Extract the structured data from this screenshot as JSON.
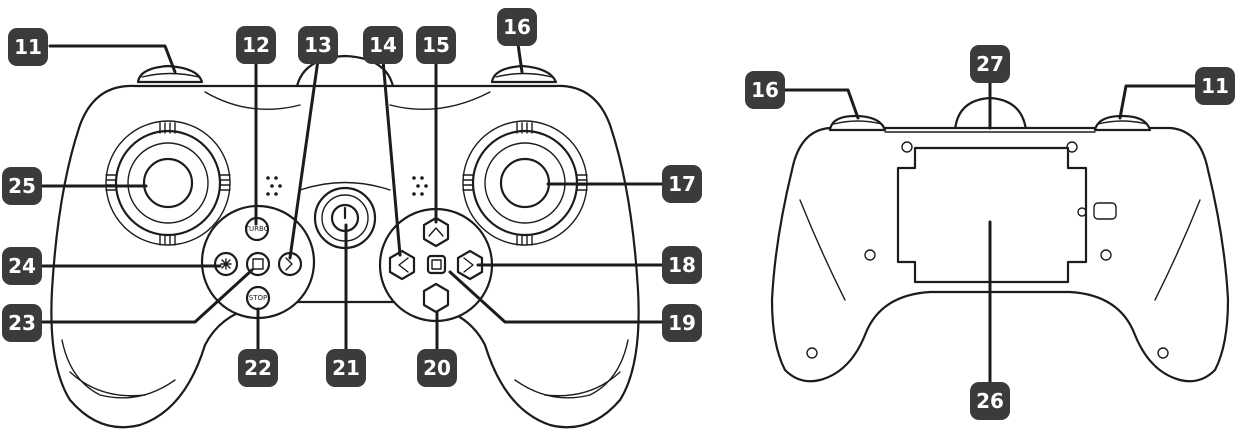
{
  "front_view": {
    "callouts": [
      "11",
      "12",
      "13",
      "14",
      "15",
      "16",
      "17",
      "18",
      "19",
      "20",
      "21",
      "22",
      "23",
      "24",
      "25"
    ],
    "button_text": {
      "turbo": "TURBO",
      "stop": "STOP"
    }
  },
  "back_view": {
    "callouts": [
      "16",
      "27",
      "11",
      "26"
    ]
  },
  "colors": {
    "badge": "#3b3b3b",
    "outline": "#1c1c1c",
    "background": "#ffffff"
  }
}
